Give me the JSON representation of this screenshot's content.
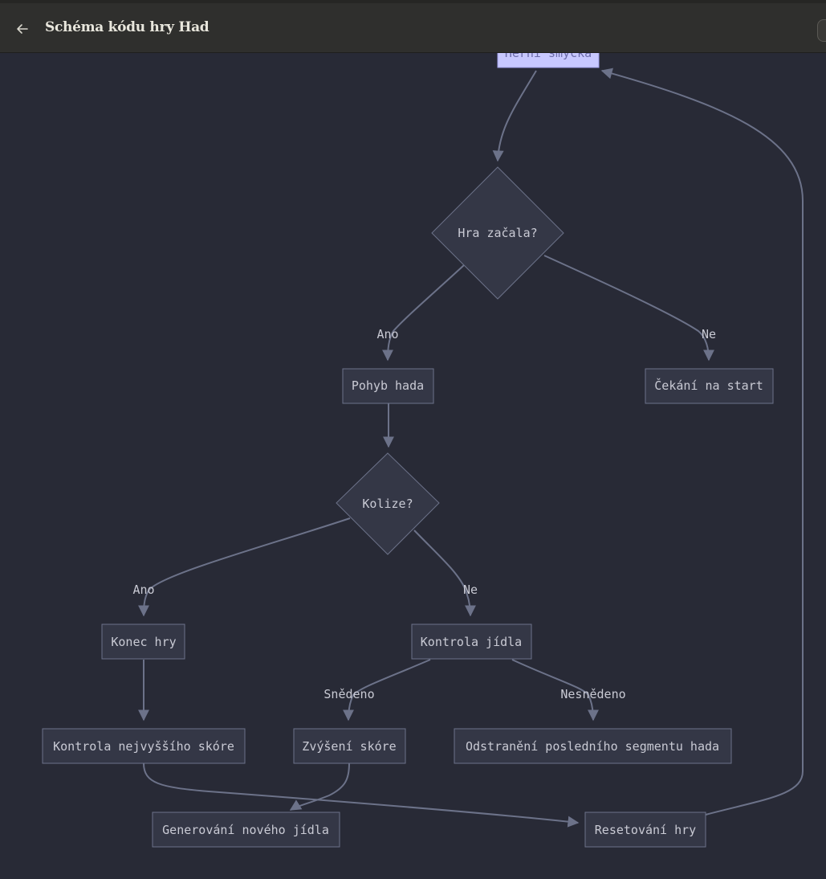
{
  "header": {
    "title": "Schéma kódu hry Had",
    "back_icon": "arrow-left-icon"
  },
  "diagram": {
    "colors": {
      "background": "#282a36",
      "node_fill": "#343746",
      "node_stroke": "#6c7289",
      "edge": "#6c7289",
      "text": "#c9cad4",
      "start_fill": "#c8c8ff"
    },
    "nodes": {
      "start": "Herní smyčka",
      "game_started": "Hra začala?",
      "snake_move": "Pohyb hada",
      "wait_start": "Čekání na start",
      "collision": "Kolize?",
      "game_over": "Konec hry",
      "food_check": "Kontrola jídla",
      "highscore_check": "Kontrola nejvyššího skóre",
      "score_increase": "Zvýšení skóre",
      "remove_segment": "Odstranění posledního segmentu hada",
      "new_food": "Generování nového jídla",
      "reset_game": "Resetování hry"
    },
    "edges": {
      "yes_started": "Ano",
      "no_started": "Ne",
      "yes_collision": "Ano",
      "no_collision": "Ne",
      "eaten": "Snědeno",
      "not_eaten": "Nesnědeno"
    }
  }
}
